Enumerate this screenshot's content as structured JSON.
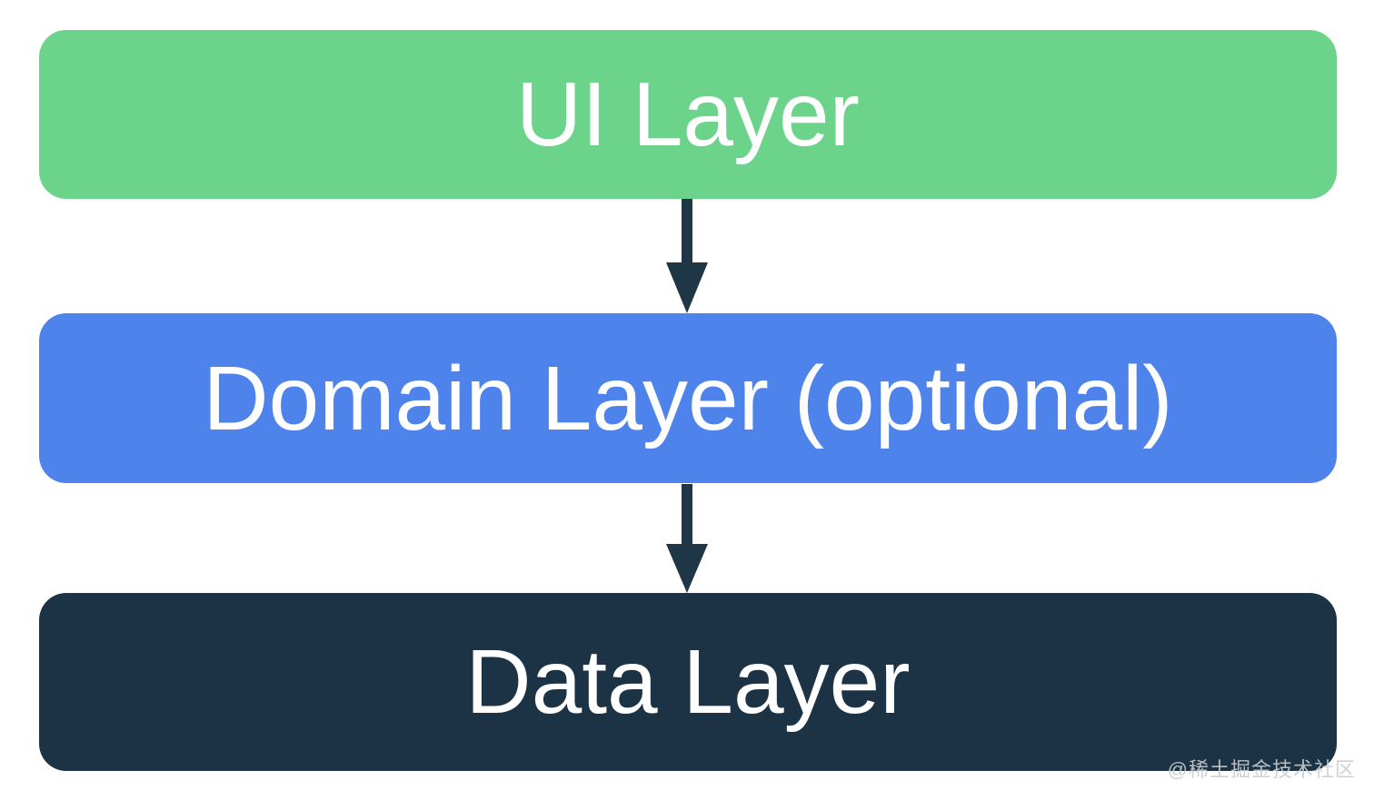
{
  "diagram": {
    "title_implied": "App architecture layers",
    "layers": [
      {
        "id": "ui-layer",
        "label": "UI Layer",
        "color": "#6BD38A"
      },
      {
        "id": "domain-layer",
        "label": "Domain Layer (optional)",
        "color": "#4E83EB"
      },
      {
        "id": "data-layer",
        "label": "Data Layer",
        "color": "#1B3344"
      }
    ],
    "arrows": [
      {
        "from": "ui-layer",
        "to": "domain-layer",
        "direction": "down"
      },
      {
        "from": "domain-layer",
        "to": "data-layer",
        "direction": "down"
      }
    ],
    "arrow_color": "#1F3647",
    "text_color": "#FFFFFF",
    "background_color": "#FFFFFF"
  },
  "watermark": {
    "text": "@稀土掘金技术社区",
    "color": "#C9CDD1"
  }
}
